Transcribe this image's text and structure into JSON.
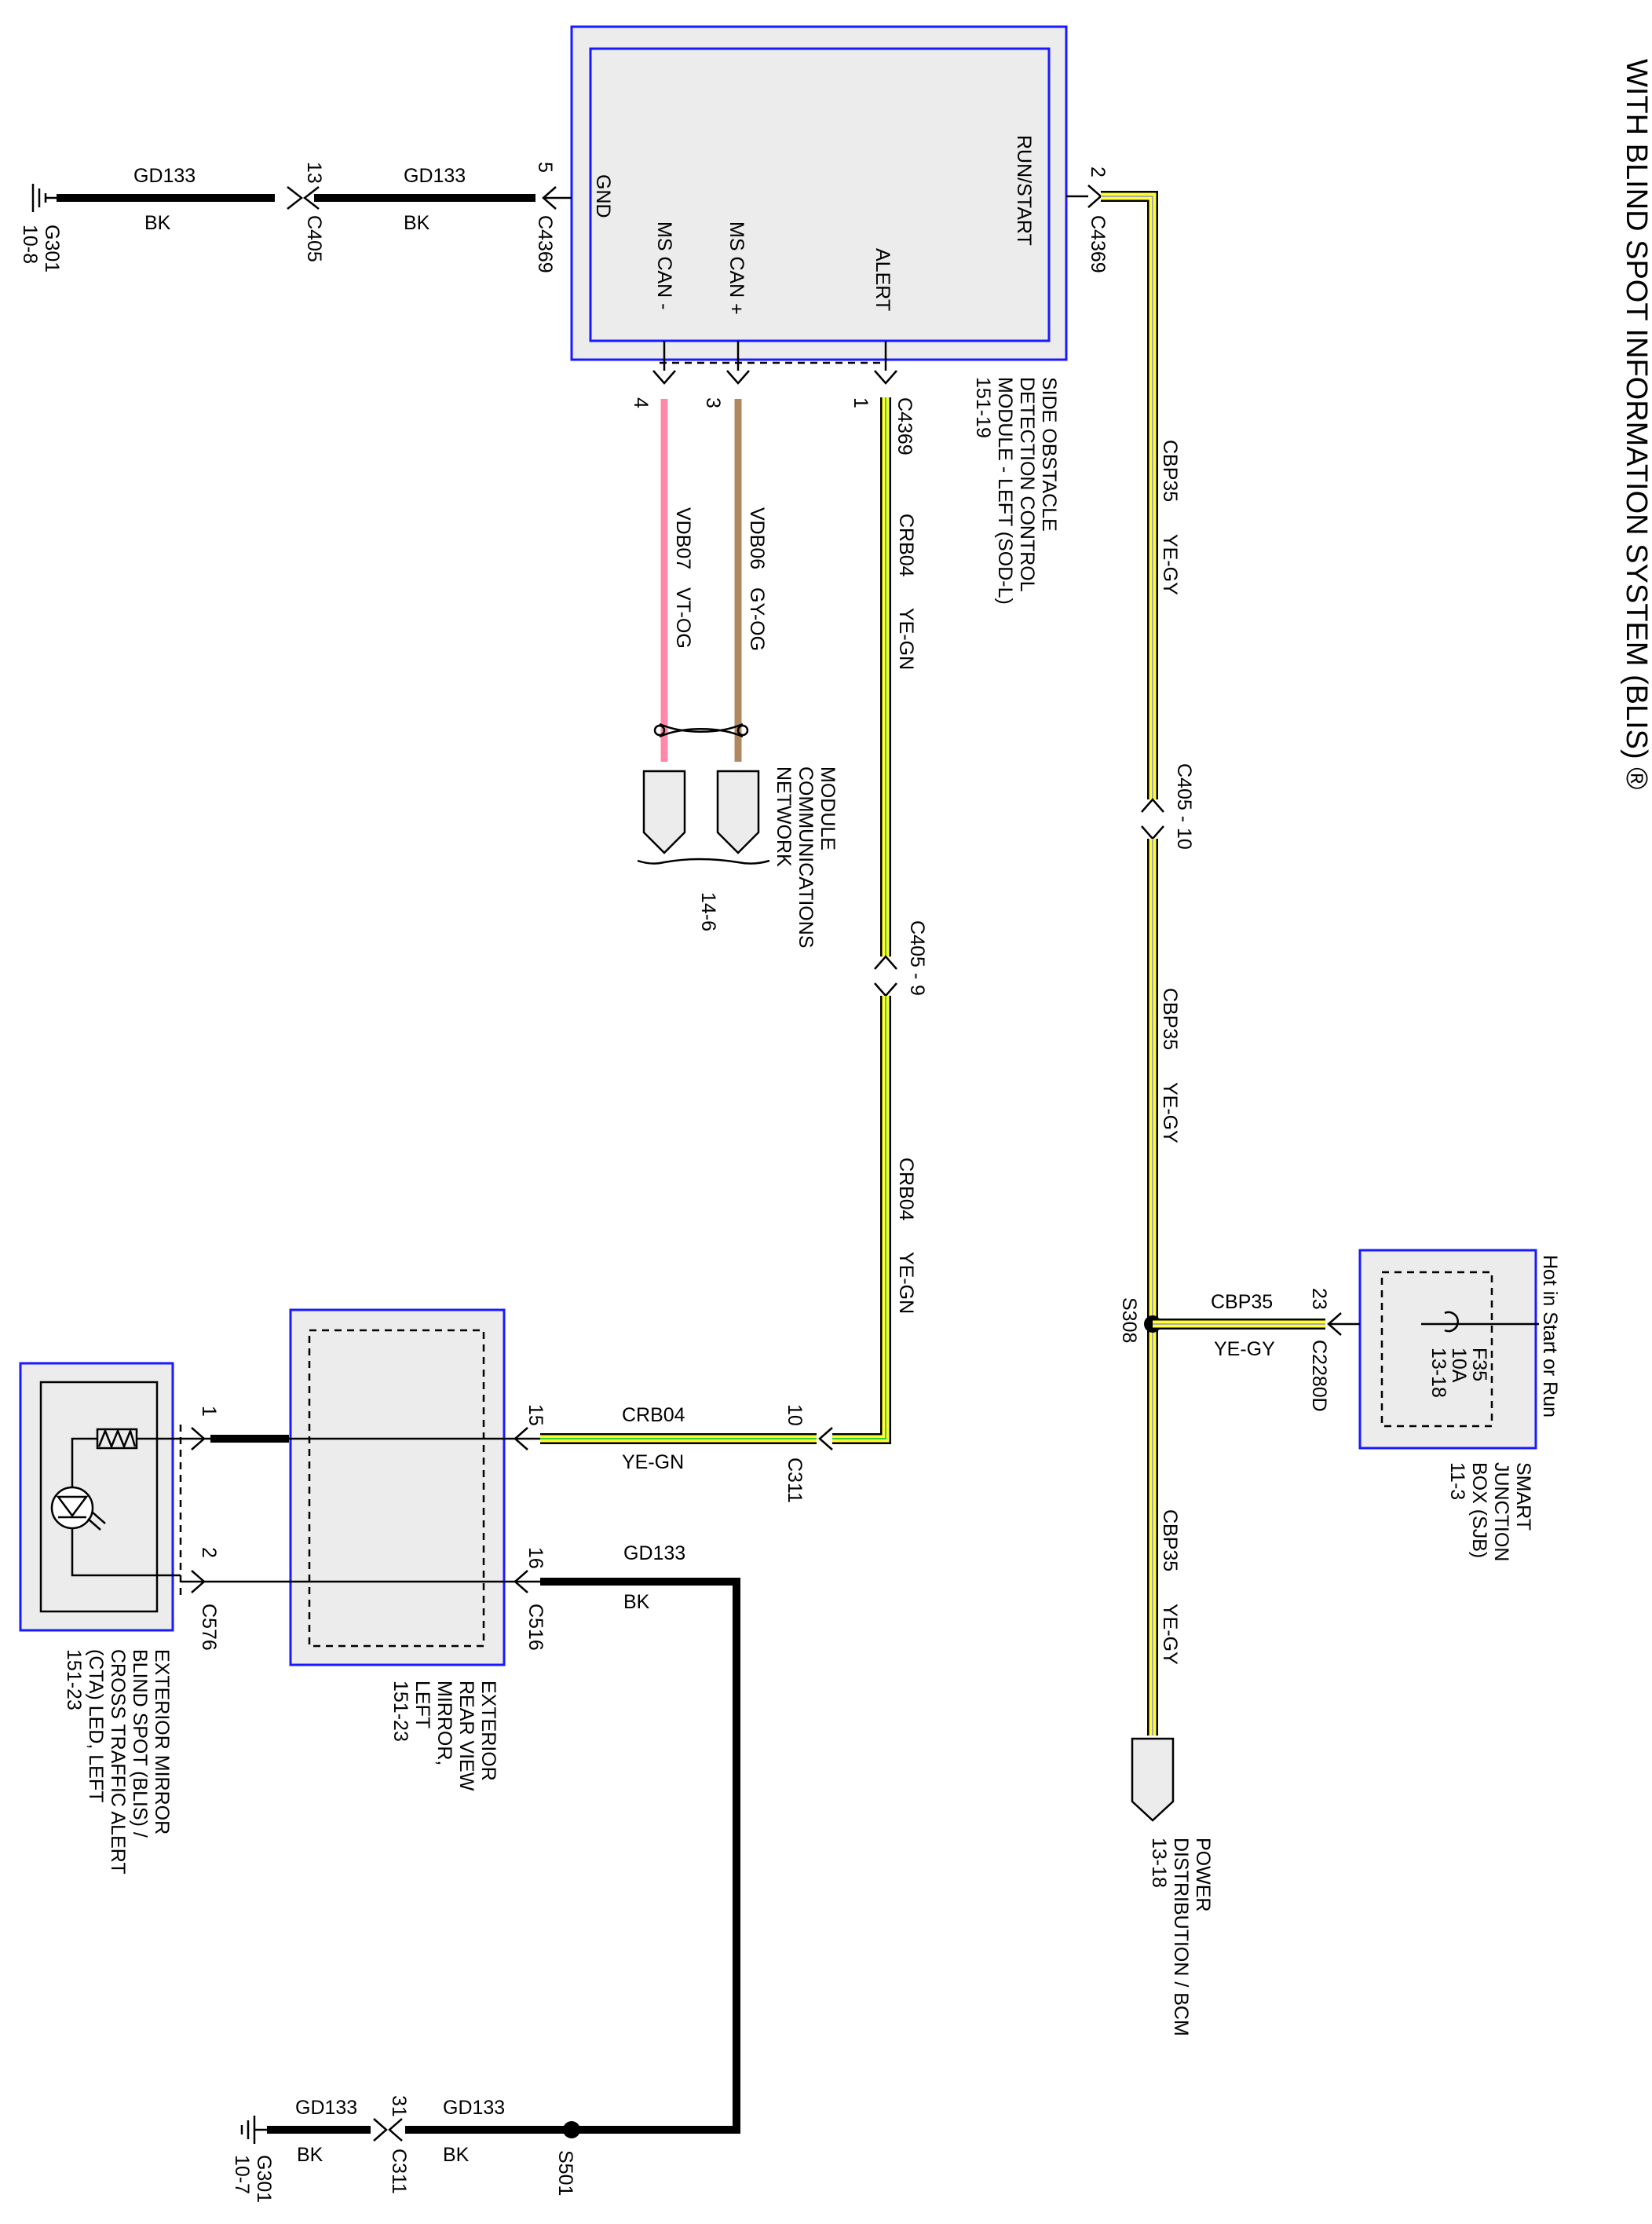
{
  "title": "WITH BLIND SPOT INFORMATION SYSTEM (BLIS) ®",
  "colors": {
    "component_border": "#1a1aff",
    "component_fill": "#ececec",
    "wire_bk": "#000000",
    "wire_yellow": "#ffff33",
    "wire_green": "#33cc33",
    "wire_gray": "#aaaaaa",
    "wire_pink": "#ff88aa",
    "wire_brown": "#b08860"
  },
  "sod_module": {
    "name_lines": [
      "SIDE OBSTACLE",
      "DETECTION CONTROL",
      "MODULE - LEFT (SOD-L)",
      "151-19"
    ],
    "pins": {
      "gnd": "GND",
      "ms_can_minus": "MS CAN -",
      "ms_can_plus": "MS CAN +",
      "alert": "ALERT",
      "run_start": "RUN/START"
    }
  },
  "ground_top": {
    "ground_name": "G301",
    "ground_ref": "10-8",
    "wire1": {
      "circuit": "GD133",
      "color": "BK"
    },
    "connector_c405": {
      "pin": "13",
      "name": "C405"
    },
    "wire2": {
      "circuit": "GD133",
      "color": "BK"
    },
    "connector_c4369": {
      "pin": "5",
      "name": "C4369"
    }
  },
  "run_start_line": {
    "connector": {
      "pin": "2",
      "name": "C4369"
    },
    "wire_upper": {
      "circuit": "CBP35",
      "color": "YE-GY"
    },
    "inline": "C405 - 10",
    "wire_middle": {
      "circuit": "CBP35",
      "color": "YE-GY"
    },
    "splice": "S308",
    "wire_lower": {
      "circuit": "CBP35",
      "color": "YE-GY"
    }
  },
  "sjb": {
    "hot_label": "Hot in Start or Run",
    "fuse_lines": [
      "F35",
      "10A",
      "13-18"
    ],
    "pin": "23",
    "connector": "C2280D",
    "wire": {
      "circuit": "CBP35",
      "color": "YE-GY"
    },
    "name_lines": [
      "SMART",
      "JUNCTION",
      "BOX (SJB)",
      "11-3"
    ]
  },
  "power_distribution": {
    "name_lines": [
      "POWER",
      "DISTRIBUTION / BCM",
      "13-18"
    ]
  },
  "can_bus": {
    "pin_minus": "4",
    "pin_plus": "3",
    "wire_minus": {
      "circuit": "VDB07",
      "color": "VT-OG"
    },
    "wire_plus": {
      "circuit": "VDB06",
      "color": "GY-OG"
    },
    "network_lines": [
      "MODULE",
      "COMMUNICATIONS",
      "NETWORK"
    ],
    "network_ref": "14-6"
  },
  "alert_line": {
    "pin": "1",
    "connector": "C4369",
    "wire_upper": {
      "circuit": "CRB04",
      "color": "YE-GN"
    },
    "inline": "C405 - 9",
    "wire_lower": {
      "circuit": "CRB04",
      "color": "YE-GN"
    },
    "c311_pin": "10",
    "c311_name": "C311",
    "wire_horizontal": {
      "circuit": "CRB04",
      "color": "YE-GN"
    }
  },
  "mirror": {
    "name_lines": [
      "EXTERIOR",
      "REAR VIEW",
      "MIRROR,",
      "LEFT",
      "151-23"
    ],
    "pin_a": "15",
    "pin_b": "16",
    "connector": "C516"
  },
  "led": {
    "name_lines": [
      "EXTERIOR MIRROR",
      "BLIND SPOT (BLIS) /",
      "CROSS TRAFFIC ALERT",
      "(CTA) LED, LEFT",
      "151-23"
    ],
    "pin_a": "1",
    "pin_b": "2",
    "connector": "C576"
  },
  "ground_bottom": {
    "wire_right": {
      "circuit": "GD133",
      "color": "BK"
    },
    "splice": "S501",
    "wire_mid": {
      "circuit": "GD133",
      "color": "BK"
    },
    "connector": {
      "pin": "31",
      "name": "C311"
    },
    "wire_left": {
      "circuit": "GD133",
      "color": "BK"
    },
    "ground_name": "G301",
    "ground_ref": "10-7"
  }
}
